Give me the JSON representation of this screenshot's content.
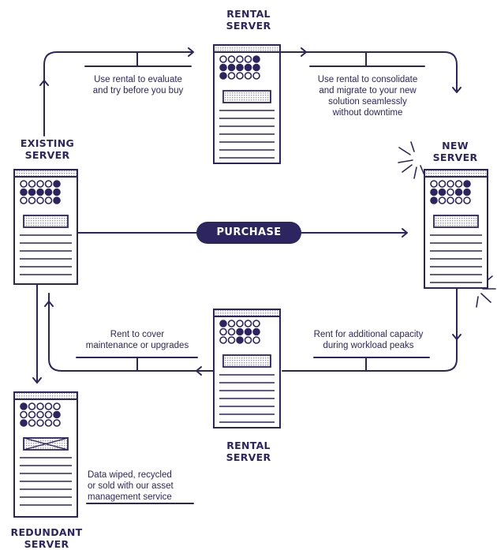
{
  "colors": {
    "ink": "#2d2560",
    "dot_pattern": "#c8c4d6",
    "background": "#ffffff"
  },
  "labels": {
    "rental_top": [
      "RENTAL",
      "SERVER"
    ],
    "existing": [
      "EXISTING",
      "SERVER"
    ],
    "new": [
      "NEW",
      "SERVER"
    ],
    "rental_bottom": [
      "RENTAL",
      "SERVER"
    ],
    "redundant": [
      "REDUNDANT",
      "SERVER"
    ]
  },
  "center_button": "PURCHASE",
  "captions": {
    "evaluate": [
      "Use rental to evaluate",
      "and try before you buy"
    ],
    "consolidate": [
      "Use rental to consolidate",
      "and migrate to your new",
      "solution seamlessly",
      "without downtime"
    ],
    "maintenance": [
      "Rent to cover",
      "maintenance or upgrades"
    ],
    "capacity": [
      "Rent for additional capacity",
      "during workload peaks"
    ],
    "wiped": [
      "Data wiped, recycled",
      "or sold with our asset",
      "management service"
    ]
  },
  "icons": [
    "server-icon",
    "arrow-right-icon",
    "arrow-down-icon",
    "arrow-left-icon",
    "arrow-up-icon",
    "sparkle-icon"
  ]
}
